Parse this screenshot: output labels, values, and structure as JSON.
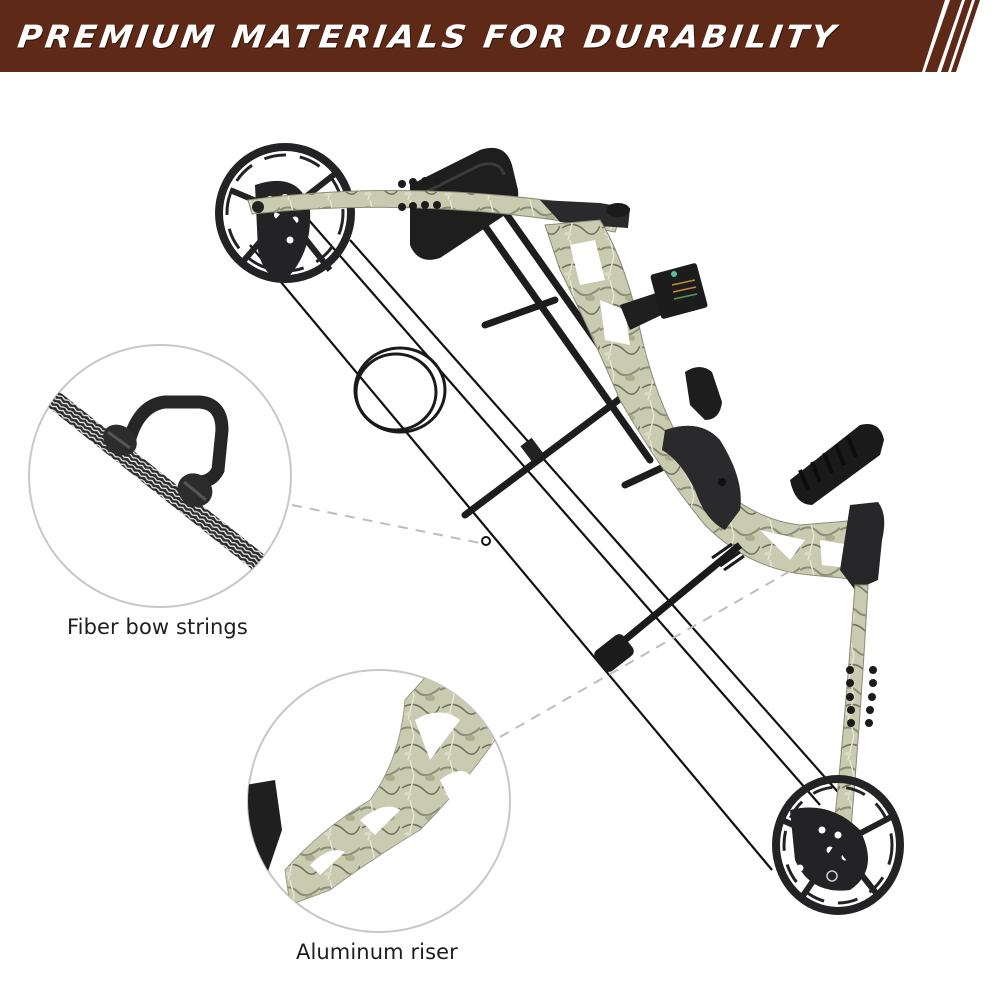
{
  "banner": {
    "title": "PREMIUM MATERIALS FOR DURABILITY",
    "background_color": "#5E2A17",
    "text_color": "#FFFFFF",
    "stripe_count": 3
  },
  "product": {
    "type": "compound bow",
    "finish": "camouflage",
    "components": [
      "top cam",
      "bottom cam",
      "top limb",
      "bottom limb",
      "aluminum riser",
      "grip",
      "arrow quiver",
      "sight",
      "arrow rest",
      "stabilizer",
      "limb dampeners",
      "D-loop",
      "bow string",
      "cables"
    ]
  },
  "callouts": [
    {
      "id": "strings",
      "label": "Fiber bow strings",
      "detail": "braided D-loop knot on string"
    },
    {
      "id": "riser",
      "label": "Aluminum riser",
      "detail": "camo skeletonized riser close-up"
    }
  ],
  "colors": {
    "camo_base": "#C9CBB0",
    "camo_dark": "#7C806A",
    "hardware": "#1F1F21",
    "callout_ring": "#C8C8C8",
    "dashed_leader": "#BDBDBD",
    "label_text": "#1E1E1E"
  }
}
